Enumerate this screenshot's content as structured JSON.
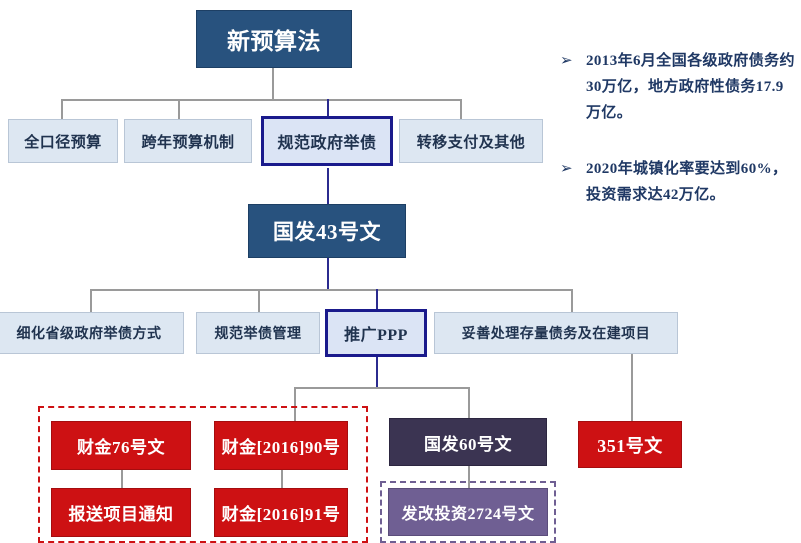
{
  "diagram": {
    "title_node": {
      "label": "新预算法"
    },
    "level2": [
      {
        "label": "全口径预算",
        "highlight": false
      },
      {
        "label": "跨年预算机制",
        "highlight": false
      },
      {
        "label": "规范政府举债",
        "highlight": true
      },
      {
        "label": "转移支付及其他",
        "highlight": false
      }
    ],
    "level3": {
      "label": "国发43号文"
    },
    "level4": [
      {
        "label": "细化省级政府举债方式",
        "highlight": false
      },
      {
        "label": "规范举债管理",
        "highlight": false
      },
      {
        "label": "推广PPP",
        "highlight": true
      },
      {
        "label": "妥善处理存量债务及在建项目",
        "highlight": false
      }
    ],
    "documents": {
      "red_group": [
        {
          "label": "财金76号文"
        },
        {
          "label": "财金[2016]90号"
        },
        {
          "label": "报送项目通知"
        },
        {
          "label": "财金[2016]91号"
        }
      ],
      "purple_group": [
        {
          "label": "国发60号文"
        },
        {
          "label": "发改投资2724号文"
        }
      ],
      "standalone": [
        {
          "label": "351号文"
        }
      ]
    }
  },
  "notes": {
    "marker": "➢",
    "items": [
      {
        "text": "2013年6月全国各级政府债务约30万亿，地方政府性债务17.9万亿。"
      },
      {
        "text": "2020年城镇化率要达到60%，投资需求达42万亿。"
      }
    ]
  },
  "colors": {
    "navy": "#28527e",
    "light_blue": "#dde7f2",
    "highlight_border": "#1a1a8c",
    "red": "#cd1113",
    "purple_dark": "#3b3452",
    "purple_mid": "#6f5f93",
    "connector": "#9a9a9a",
    "note_text": "#1f3864"
  }
}
